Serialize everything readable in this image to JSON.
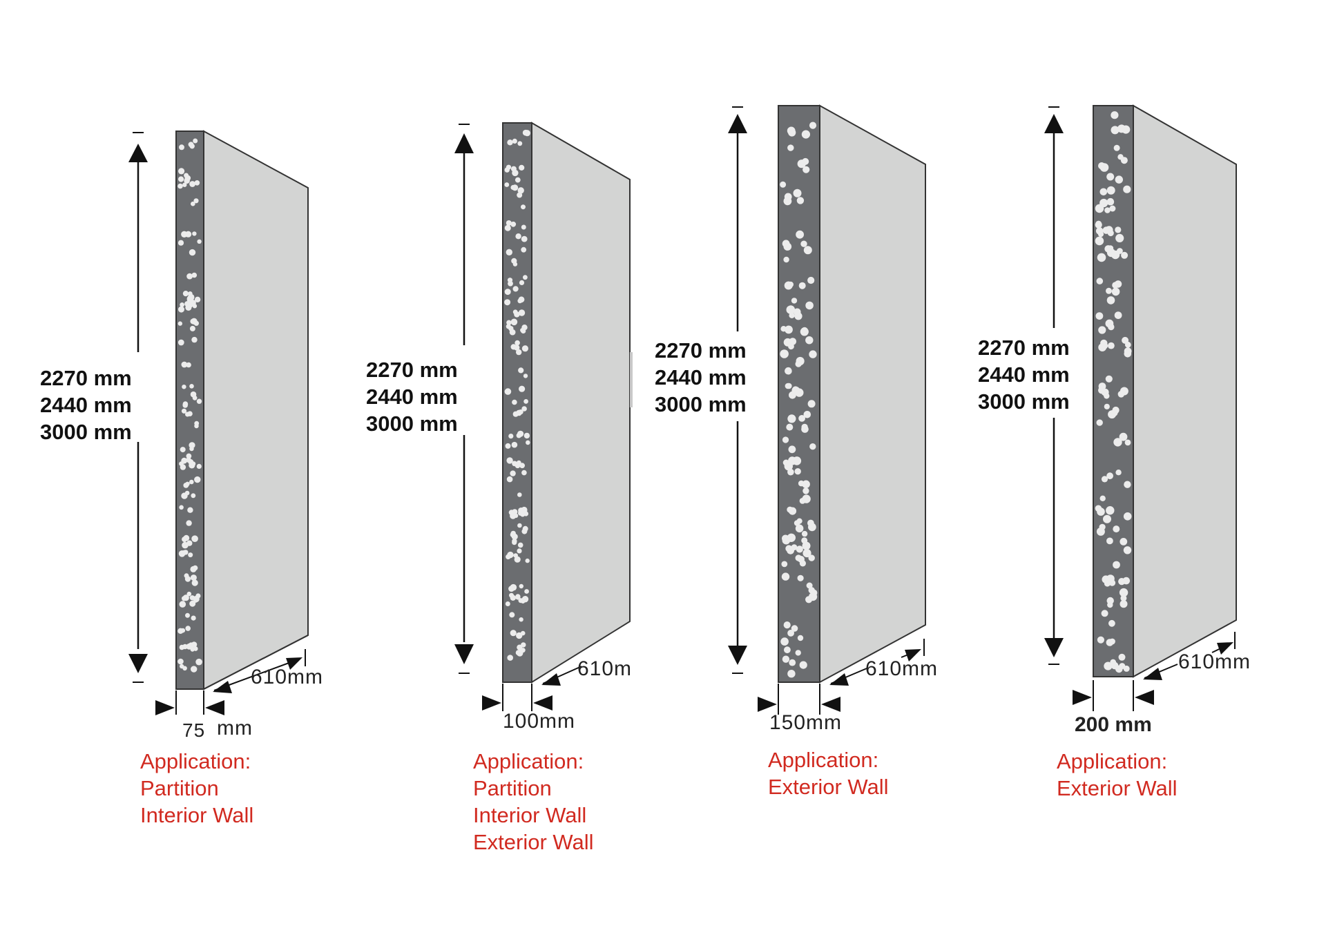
{
  "panels": [
    {
      "heights": [
        "2270 mm",
        "2440 mm",
        "3000 mm"
      ],
      "width_label": "610mm",
      "thickness_number": "75",
      "thickness_unit": "mm",
      "application_title": "Application:",
      "applications": [
        "Partition",
        "Interior Wall"
      ]
    },
    {
      "heights": [
        "2270 mm",
        "2440 mm",
        "3000 mm"
      ],
      "width_label": "610m",
      "thickness_label": "100mm",
      "application_title": "Application:",
      "applications": [
        "Partition",
        "Interior Wall",
        "Exterior Wall"
      ]
    },
    {
      "heights": [
        "2270 mm",
        "2440 mm",
        "3000 mm"
      ],
      "width_label": "610mm",
      "thickness_label": "150mm",
      "application_title": "Application:",
      "applications": [
        "Exterior Wall"
      ]
    },
    {
      "heights": [
        "2270 mm",
        "2440 mm",
        "3000 mm"
      ],
      "width_label": "610mm",
      "thickness_label": "200 mm",
      "application_title": "Application:",
      "applications": [
        "Exterior Wall"
      ]
    }
  ],
  "colors": {
    "core": "#6b6d70",
    "face": "#d3d4d3",
    "bubbles": "#ececec",
    "outline": "#333333",
    "dimension": "#111111",
    "application": "#d12a20"
  }
}
